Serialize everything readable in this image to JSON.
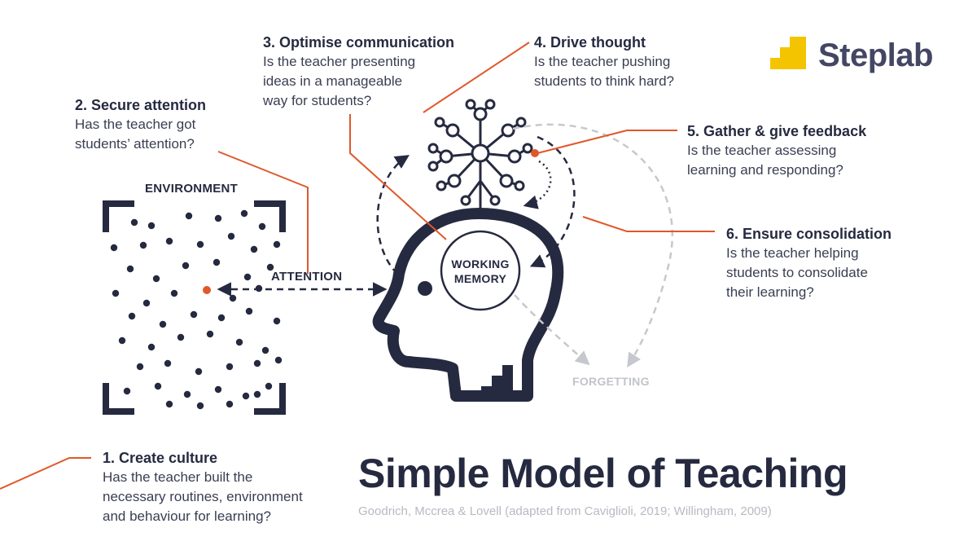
{
  "brand": {
    "name": "Steplab",
    "logo_color": "#f5c400"
  },
  "colors": {
    "navy": "#262a40",
    "orange": "#e0582a",
    "grey": "#c7c8cd"
  },
  "steps": [
    {
      "title": "1. Create culture",
      "body": "Has the teacher built the\nnecessary routines, environment\nand behaviour for learning?"
    },
    {
      "title": "2. Secure attention",
      "body": "Has the teacher got\nstudents’ attention?"
    },
    {
      "title": "3. Optimise communication",
      "body": "Is the teacher presenting\nideas in a manageable\nway for students?"
    },
    {
      "title": "4. Drive thought",
      "body": "Is the teacher pushing\nstudents to think hard?"
    },
    {
      "title": "5. Gather & give feedback",
      "body": "Is the teacher assessing\nlearning and responding?"
    },
    {
      "title": "6. Ensure consolidation",
      "body": "Is the teacher helping\nstudents to consolidate\ntheir learning?"
    }
  ],
  "labels": {
    "environment": "ENVIRONMENT",
    "attention": "ATTENTION",
    "working_memory": "WORKING MEMORY",
    "forgetting": "FORGETTING"
  },
  "title": "Simple Model of Teaching",
  "citation": "Goodrich, Mccrea & Lovell (adapted from Caviglioli, 2019; Willingham, 2009)"
}
